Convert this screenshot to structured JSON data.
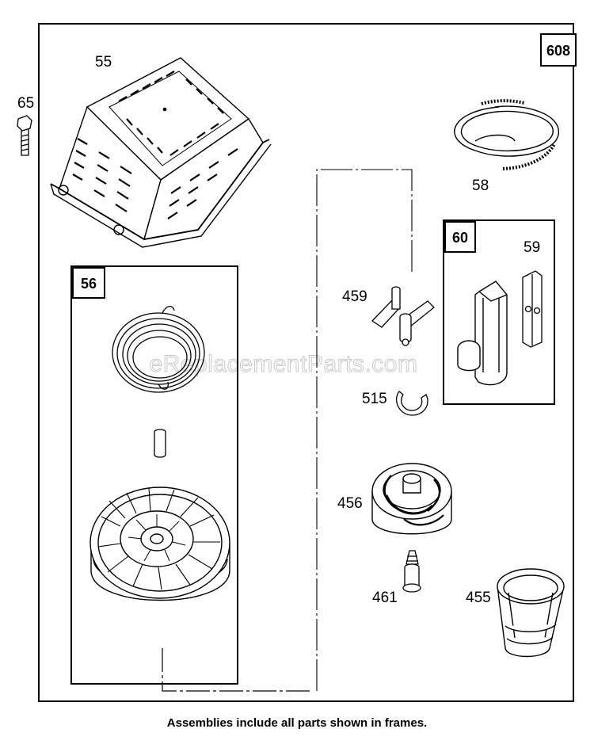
{
  "assembly_number": "608",
  "frame_labels": {
    "pulley_assembly": "56",
    "handle_assembly": "60"
  },
  "part_labels": {
    "bolt": "65",
    "cover": "55",
    "rope": "58",
    "clip": "59",
    "pawl": "459",
    "ring": "515",
    "ratchet": "456",
    "screw": "461",
    "cup": "455"
  },
  "watermark": "eReplacementParts.com",
  "caption": "Assemblies include all parts shown in frames."
}
